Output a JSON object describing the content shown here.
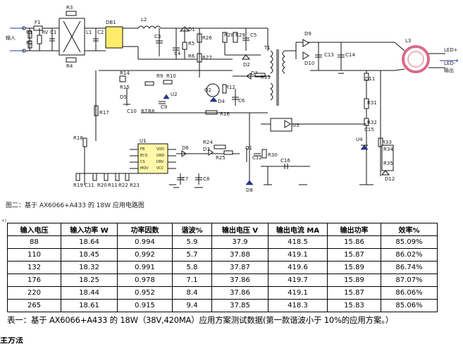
{
  "figure": {
    "caption": "图二：基于 AX6066+A433 的 18W 应用电路图",
    "labels": {
      "input": "输入",
      "output": "输出",
      "led_plus": "LED+",
      "led_minus": "LED-",
      "F1": "F1",
      "R1": "R1",
      "R2": "R2",
      "RV": "RV",
      "C1": "C1",
      "R3": "R3",
      "R4": "R4",
      "L1": "L1",
      "C2": "C2",
      "DB1": "DB1",
      "L2": "L2",
      "C3": "C3",
      "C4": "C4",
      "D1": "D1",
      "R5": "R5",
      "R6": "R6",
      "R26": "R26",
      "R27": "R27",
      "R28": "R28",
      "R29": "R29",
      "C5": "C5",
      "D2": "D2",
      "D3": "D3",
      "R13": "R13",
      "T1": "T1",
      "D9": "D9",
      "D10": "D10",
      "C13": "C13",
      "C14": "C14",
      "L3": "L3",
      "D11": "D11",
      "R31": "R31",
      "R32": "R32",
      "C15": "C15",
      "R33": "R33",
      "U4": "U4",
      "R34": "R34",
      "R35": "R35",
      "D12": "D12",
      "R14": "R14",
      "R15": "R15",
      "D5": "D5",
      "C10": "C10",
      "R7": "R7",
      "R8": "R8",
      "R9": "R9",
      "R10": "R10",
      "U2": "U2",
      "C9": "C9",
      "Q2": "Q2",
      "R12": "R12",
      "D4": "D4",
      "C6": "C6",
      "R16": "R16",
      "R17": "R17",
      "R18": "R18",
      "U1": "U1",
      "R19": "R19",
      "C11": "C11",
      "R20": "R20",
      "R11": "R11",
      "R22": "R22",
      "R23": "R23",
      "D6": "D6",
      "D7": "D7",
      "R24": "R24",
      "R25": "R25",
      "Q1": "Q1",
      "C12": "C12",
      "R30": "R30",
      "C7": "C7",
      "C8": "C8",
      "D8": "D8",
      "U3": "U3",
      "C16": "C16",
      "u1_pins_left": [
        "FB",
        "ECO",
        "CS",
        "MOV"
      ],
      "u1_pins_right": [
        "VDD",
        "GND",
        "DRV",
        "VCC"
      ]
    }
  },
  "table": {
    "anchor_mark": "+|",
    "headers": [
      "输入电压",
      "输入功率 W",
      "功率因数",
      "谐波%",
      "输出电压 V",
      "输出电流 MA",
      "输出功率",
      "效率%"
    ],
    "rows": [
      [
        "88",
        "18.64",
        "0.994",
        "5.9",
        "37.9",
        "418.5",
        "15.86",
        "85.09%"
      ],
      [
        "110",
        "18.45",
        "0.992",
        "5.7",
        "37.88",
        "419.1",
        "15.87",
        "86.02%"
      ],
      [
        "132",
        "18.32",
        "0.991",
        "5.8",
        "37.87",
        "419.6",
        "15.89",
        "86.74%"
      ],
      [
        "176",
        "18.25",
        "0.978",
        "7.1",
        "37.86",
        "419.7",
        "15.89",
        "87.07%"
      ],
      [
        "220",
        "18.44",
        "0.952",
        "8.4",
        "37.86",
        "419.1",
        "15.87",
        "86.06%"
      ],
      [
        "265",
        "18.61",
        "0.915",
        "9.4",
        "37.85",
        "418.3",
        "15.83",
        "85.06%"
      ]
    ],
    "caption": "表一：基于 AX6066+A433 的 18W（38V,420MA）应用方案测试数据(第一款谐波小于 10%的应用方案。）"
  },
  "next_heading": "主方法"
}
